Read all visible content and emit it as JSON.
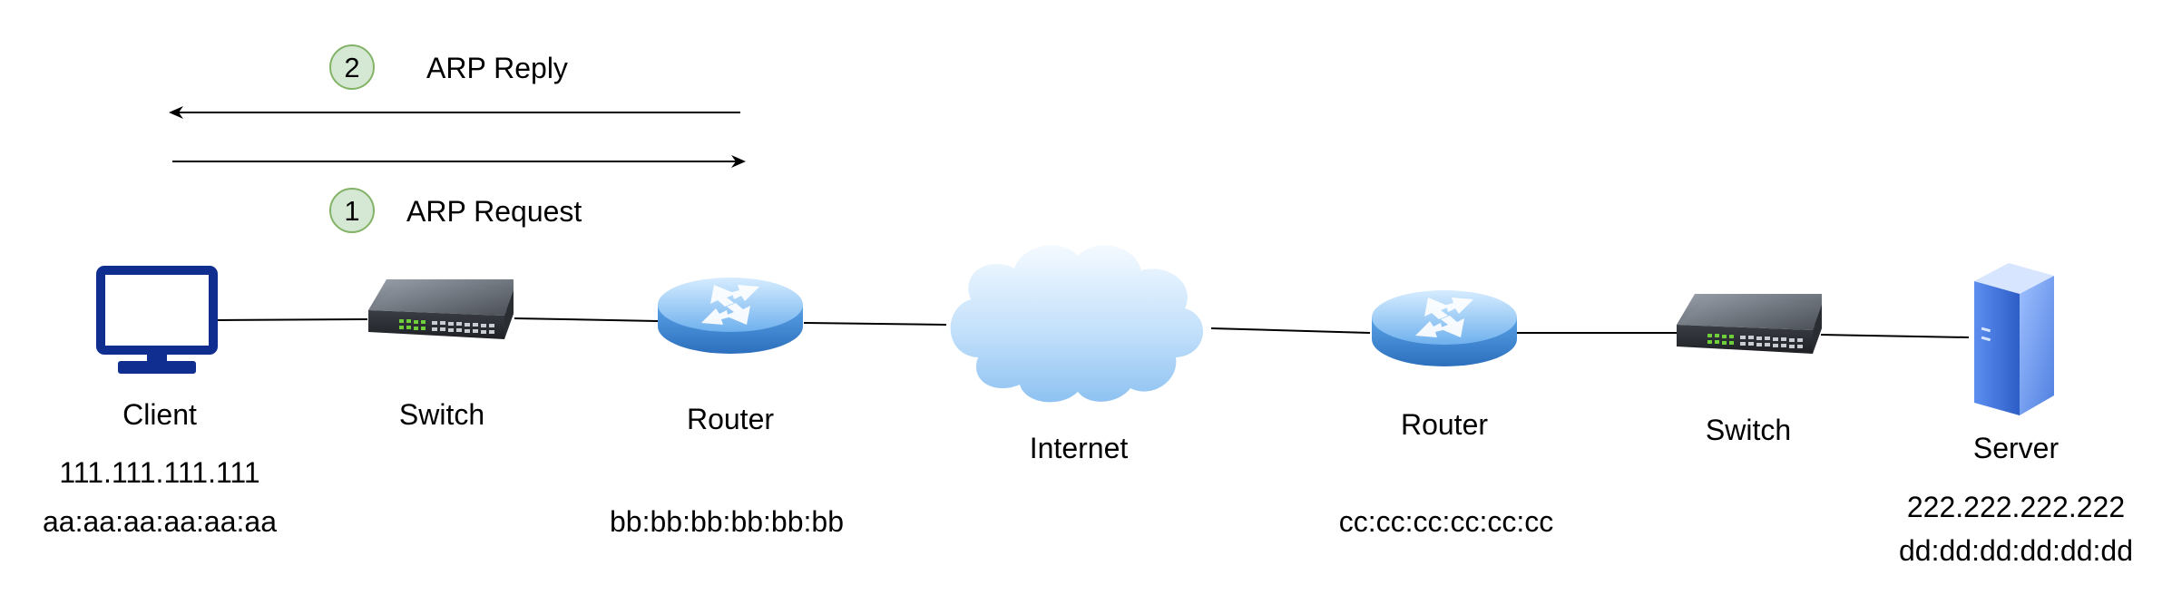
{
  "colors": {
    "link_line": "#000000",
    "badge_fill": "#d5e8d4",
    "badge_stroke": "#82b366",
    "monitor": "#0f2e8f",
    "router_blue": "#4a90d9",
    "cloud_blue": "#a9d0f5",
    "server_blue": "#3b6fd6",
    "switch_dark": "#2f3237"
  },
  "steps": [
    {
      "number": "2",
      "label": "ARP Reply",
      "direction": "right-to-left"
    },
    {
      "number": "1",
      "label": "ARP Request",
      "direction": "left-to-right"
    }
  ],
  "nodes": [
    {
      "id": "client",
      "type": "computer",
      "icon": "monitor-icon",
      "label": "Client",
      "ip": "111.111.111.111",
      "mac": "aa:aa:aa:aa:aa:aa"
    },
    {
      "id": "switch-left",
      "type": "switch",
      "icon": "switch-icon",
      "label": "Switch"
    },
    {
      "id": "router-left",
      "type": "router",
      "icon": "router-icon",
      "label": "Router",
      "mac": "bb:bb:bb:bb:bb:bb"
    },
    {
      "id": "internet",
      "type": "cloud",
      "icon": "cloud-icon",
      "label": "Internet"
    },
    {
      "id": "router-right",
      "type": "router",
      "icon": "router-icon",
      "label": "Router",
      "mac": "cc:cc:cc:cc:cc:cc"
    },
    {
      "id": "switch-right",
      "type": "switch",
      "icon": "switch-icon",
      "label": "Switch"
    },
    {
      "id": "server",
      "type": "server",
      "icon": "server-icon",
      "label": "Server",
      "ip": "222.222.222.222",
      "mac": "dd:dd:dd:dd:dd:dd"
    }
  ]
}
